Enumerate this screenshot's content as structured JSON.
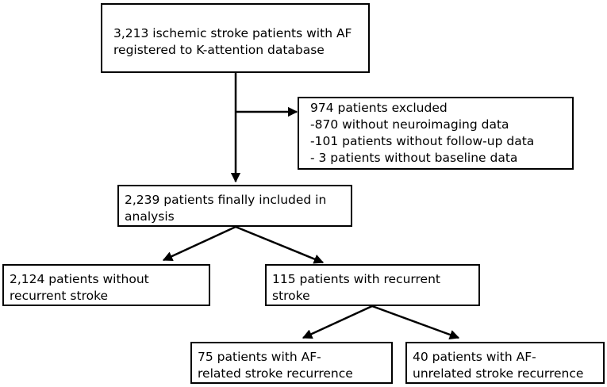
{
  "flowchart": {
    "top": {
      "lines": [
        "3,213 ischemic stroke patients with AF",
        "registered to K-attention database"
      ]
    },
    "excluded": {
      "lines": [
        "974 patients excluded",
        "-870 without neuroimaging data",
        "-101 patients without follow-up data",
        "- 3 patients without baseline data"
      ]
    },
    "included": {
      "lines": [
        "2,239 patients finally included in",
        "analysis"
      ]
    },
    "no_recurrence": {
      "lines": [
        "2,124 patients without",
        "recurrent stroke"
      ]
    },
    "recurrence": {
      "lines": [
        "115 patients with recurrent",
        "stroke"
      ]
    },
    "af_related": {
      "lines": [
        "75 patients with AF-",
        "related stroke recurrence"
      ]
    },
    "af_unrelated": {
      "lines": [
        "40 patients with AF-",
        "unrelated stroke recurrence"
      ]
    }
  }
}
